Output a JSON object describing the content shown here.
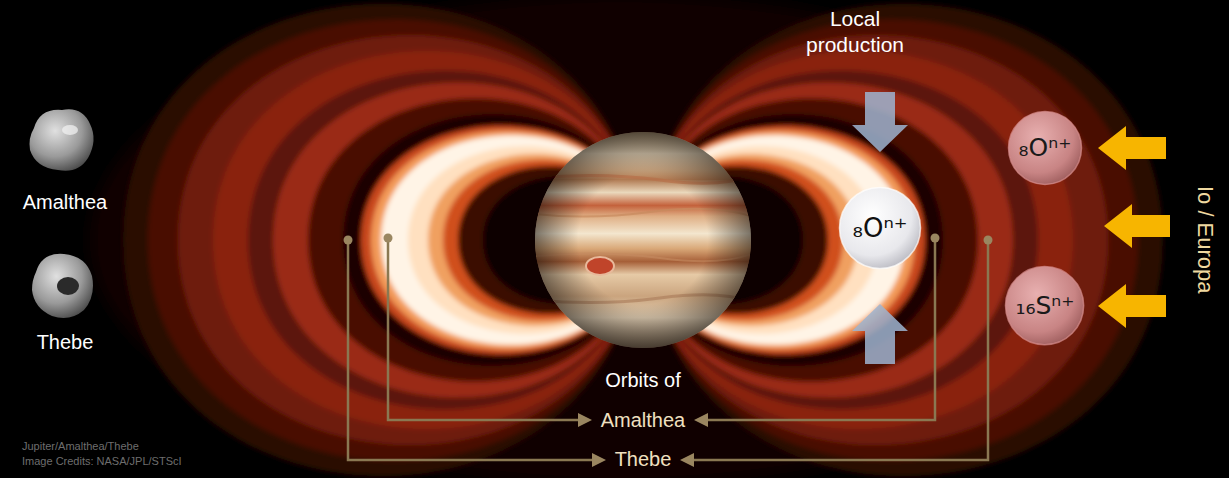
{
  "diagram": {
    "nodes": [
      {
        "text": [
          "₈Oⁿ⁺"
        ]
      },
      {
        "text": [
          "₈Oⁿ⁺"
        ]
      },
      {
        "text": [
          "₁₆Sⁿ⁺"
        ]
      }
    ],
    "labels": [
      "Amalthea",
      "Thebe",
      "Local production",
      "Io / Europa",
      "Orbits of",
      "Amalthea",
      "Thebe",
      "Jupiter/Amalthea/Thebe",
      "Image Credits: NASA/JPL/STScI"
    ]
  }
}
